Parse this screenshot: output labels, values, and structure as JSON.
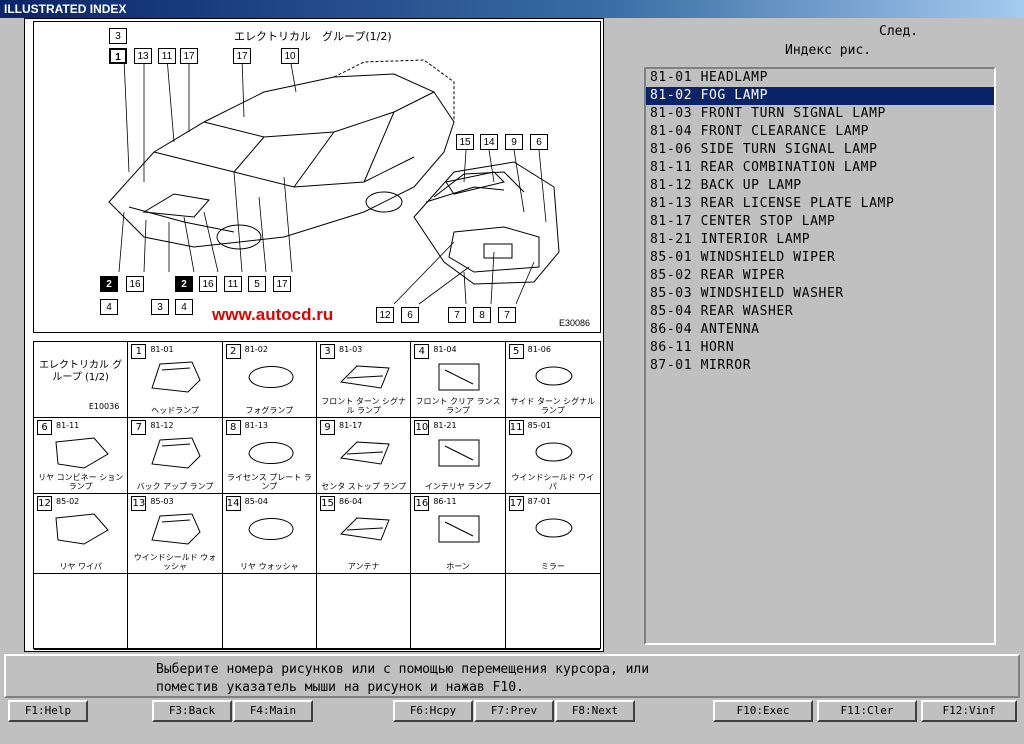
{
  "window": {
    "title": "ILLUSTRATED INDEX"
  },
  "illustration": {
    "title_jp": "エレクトリカル　グループ(1/2)",
    "watermark": "www.autocd.ru",
    "drawing_code": "E30086",
    "callouts": [
      "3",
      "1",
      "13",
      "11",
      "17",
      "17",
      "10",
      "15",
      "14",
      "9",
      "6",
      "2",
      "16",
      "2",
      "16",
      "11",
      "5",
      "17",
      "4",
      "3",
      "4",
      "12",
      "6",
      "7",
      "8",
      "7"
    ],
    "group_cell": {
      "label_jp": "エレクトリカル グループ (1/2)",
      "code": "E10036"
    },
    "parts": [
      {
        "num": "1",
        "ref": "81-01",
        "label_jp": "ヘッドランプ",
        "dark": false
      },
      {
        "num": "2",
        "ref": "81-02",
        "label_jp": "フォグランプ",
        "dark": false
      },
      {
        "num": "3",
        "ref": "81-03",
        "label_jp": "フロント ターン シグナル ランプ",
        "dark": false
      },
      {
        "num": "4",
        "ref": "81-04",
        "label_jp": "フロント クリア ランス ランプ",
        "dark": false
      },
      {
        "num": "5",
        "ref": "81-06",
        "label_jp": "サイド ターン シグナル ランプ",
        "dark": false
      },
      {
        "num": "6",
        "ref": "81-11",
        "label_jp": "リヤ コンビネー ション ランプ",
        "dark": false
      },
      {
        "num": "7",
        "ref": "81-12",
        "label_jp": "バック アップ ランプ",
        "dark": false
      },
      {
        "num": "8",
        "ref": "81-13",
        "label_jp": "ライセンス プレート ランプ",
        "dark": false
      },
      {
        "num": "9",
        "ref": "81-17",
        "label_jp": "センタ ストップ ランプ",
        "dark": false
      },
      {
        "num": "10",
        "ref": "81-21",
        "label_jp": "インテリヤ ランプ",
        "dark": false
      },
      {
        "num": "11",
        "ref": "85-01",
        "label_jp": "ウインドシールド ワイパ",
        "dark": false
      },
      {
        "num": "12",
        "ref": "85-02",
        "label_jp": "リヤ ワイパ",
        "dark": false
      },
      {
        "num": "13",
        "ref": "85-03",
        "label_jp": "ウインドシールド ウォッシャ",
        "dark": false
      },
      {
        "num": "14",
        "ref": "85-04",
        "label_jp": "リヤ ウォッシャ",
        "dark": false
      },
      {
        "num": "15",
        "ref": "86-04",
        "label_jp": "アンテナ",
        "dark": false
      },
      {
        "num": "16",
        "ref": "86-11",
        "label_jp": "ホーン",
        "dark": false
      },
      {
        "num": "17",
        "ref": "87-01",
        "label_jp": "ミラー",
        "dark": false
      }
    ]
  },
  "right_panel": {
    "next_label": "След.",
    "index_title": "Индекс рис.",
    "items": [
      {
        "code": "81-01",
        "name": "HEADLAMP"
      },
      {
        "code": "81-02",
        "name": "FOG LAMP"
      },
      {
        "code": "81-03",
        "name": "FRONT TURN SIGNAL LAMP"
      },
      {
        "code": "81-04",
        "name": "FRONT CLEARANCE LAMP"
      },
      {
        "code": "81-06",
        "name": "SIDE TURN SIGNAL LAMP"
      },
      {
        "code": "81-11",
        "name": "REAR COMBINATION LAMP"
      },
      {
        "code": "81-12",
        "name": "BACK UP LAMP"
      },
      {
        "code": "81-13",
        "name": "REAR LICENSE PLATE LAMP"
      },
      {
        "code": "81-17",
        "name": "CENTER STOP LAMP"
      },
      {
        "code": "81-21",
        "name": "INTERIOR LAMP"
      },
      {
        "code": "85-01",
        "name": "WINDSHIELD WIPER"
      },
      {
        "code": "85-02",
        "name": "REAR WIPER"
      },
      {
        "code": "85-03",
        "name": "WINDSHIELD WASHER"
      },
      {
        "code": "85-04",
        "name": "REAR WASHER"
      },
      {
        "code": "86-04",
        "name": "ANTENNA"
      },
      {
        "code": "86-11",
        "name": "HORN"
      },
      {
        "code": "87-01",
        "name": "MIRROR"
      }
    ],
    "selected_index": 1,
    "selected_color": "#0a246a"
  },
  "message": {
    "line1": "Выберите номера рисунков или с помощью перемещения курсора, или",
    "line2": "поместив указатель мыши на рисунок и нажав F10."
  },
  "fkeys": {
    "f1": "F1:Help",
    "f3": "F3:Back",
    "f4": "F4:Main",
    "f6": "F6:Hcpy",
    "f7": "F7:Prev",
    "f8": "F8:Next",
    "f10": "F10:Exec",
    "f11": "F11:Cler",
    "f12": "F12:Vinf"
  }
}
